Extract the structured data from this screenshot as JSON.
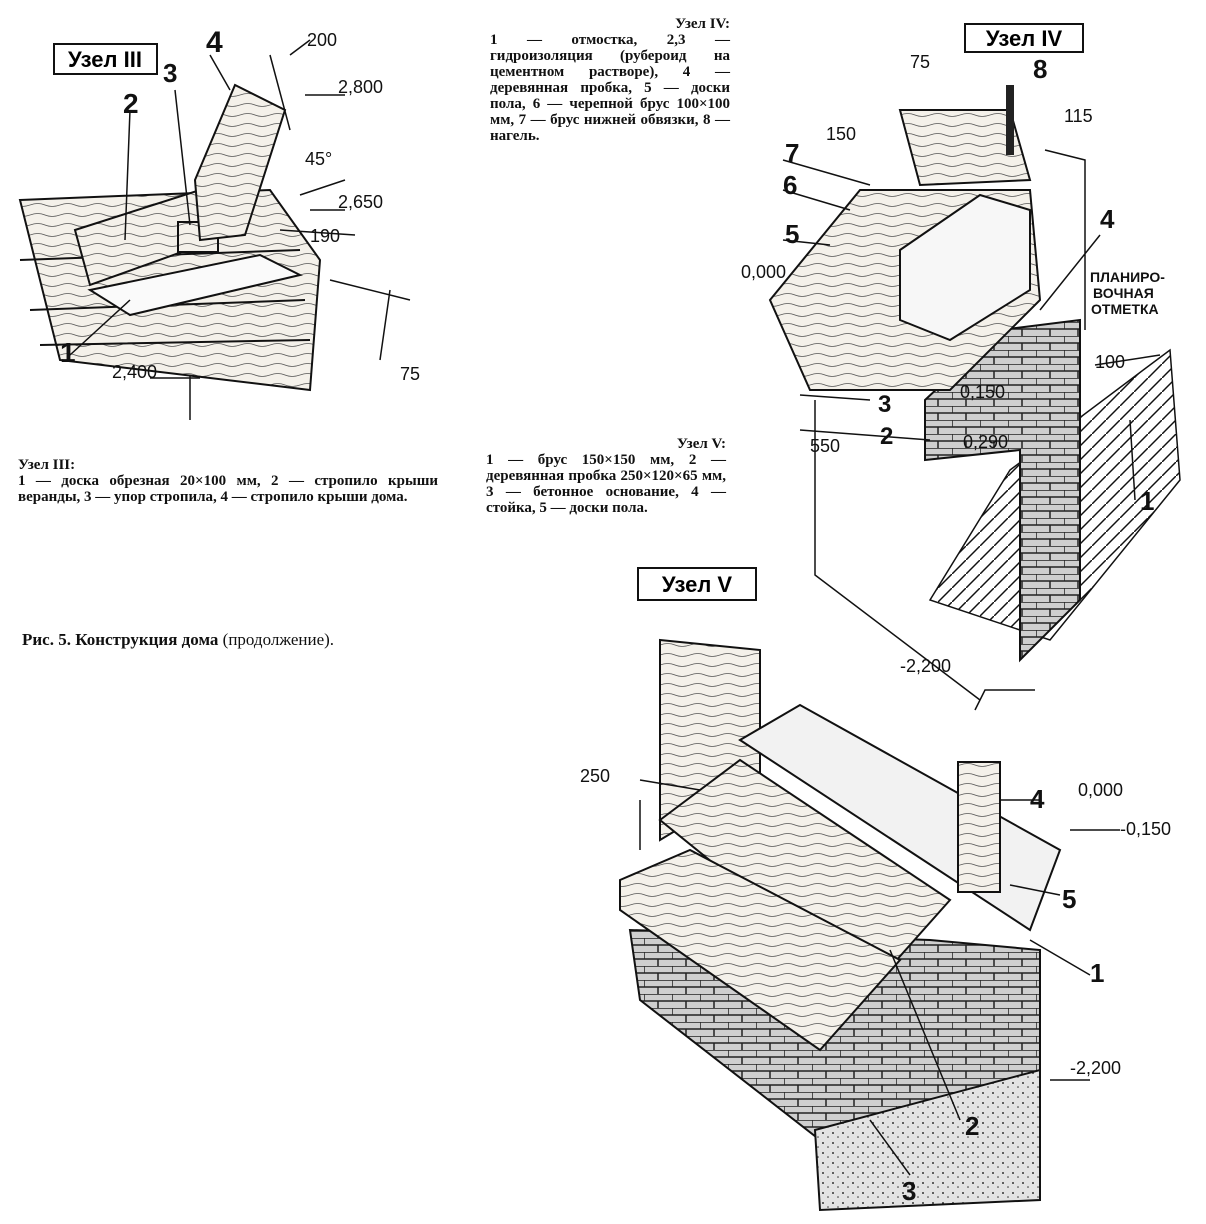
{
  "node3": {
    "title": "Узел III",
    "caption_head": "Узел III:",
    "caption_body": "1 — доска обрезная 20×100 мм, 2 — стропило крыши веранды, 3 — упор стропила, 4 — стропило крыши дома.",
    "labels": [
      "1",
      "2",
      "3",
      "4"
    ],
    "dims": [
      "200",
      "2,800",
      "45°",
      "2,650",
      "190",
      "75",
      "2,400"
    ]
  },
  "node4": {
    "title": "Узел IV",
    "caption_head": "Узел IV:",
    "caption_body": "1 — отмостка, 2,3 — гидроизоляция (рубероид на цементном растворе), 4 — деревянная пробка, 5 — доски пола, 6 — черепной брус 100×100 мм, 7 — брус нижней обвязки, 8 — нагель.",
    "labels": [
      "1",
      "2",
      "3",
      "4",
      "5",
      "6",
      "7",
      "8"
    ],
    "dims": [
      "75",
      "115",
      "150",
      "0,000",
      "0,150",
      "0,290",
      "550",
      "100",
      "-2,200"
    ],
    "planning_mark": [
      "ПЛАНИРО-",
      "ВОЧНАЯ",
      "ОТМЕТКА"
    ]
  },
  "node5": {
    "title": "Узел V",
    "caption_head": "Узел V:",
    "caption_body": "1 — брус 150×150 мм, 2 — деревянная пробка 250×120×65 мм, 3 — бетонное основание, 4 — стойка, 5 — доски пола.",
    "labels": [
      "1",
      "2",
      "3",
      "4",
      "5"
    ],
    "dims": [
      "250",
      "0,000",
      "-0,150",
      "-2,200"
    ]
  },
  "figure": {
    "label": "Рис. 5. Конструкция дома",
    "suffix": " (продолжение)."
  }
}
